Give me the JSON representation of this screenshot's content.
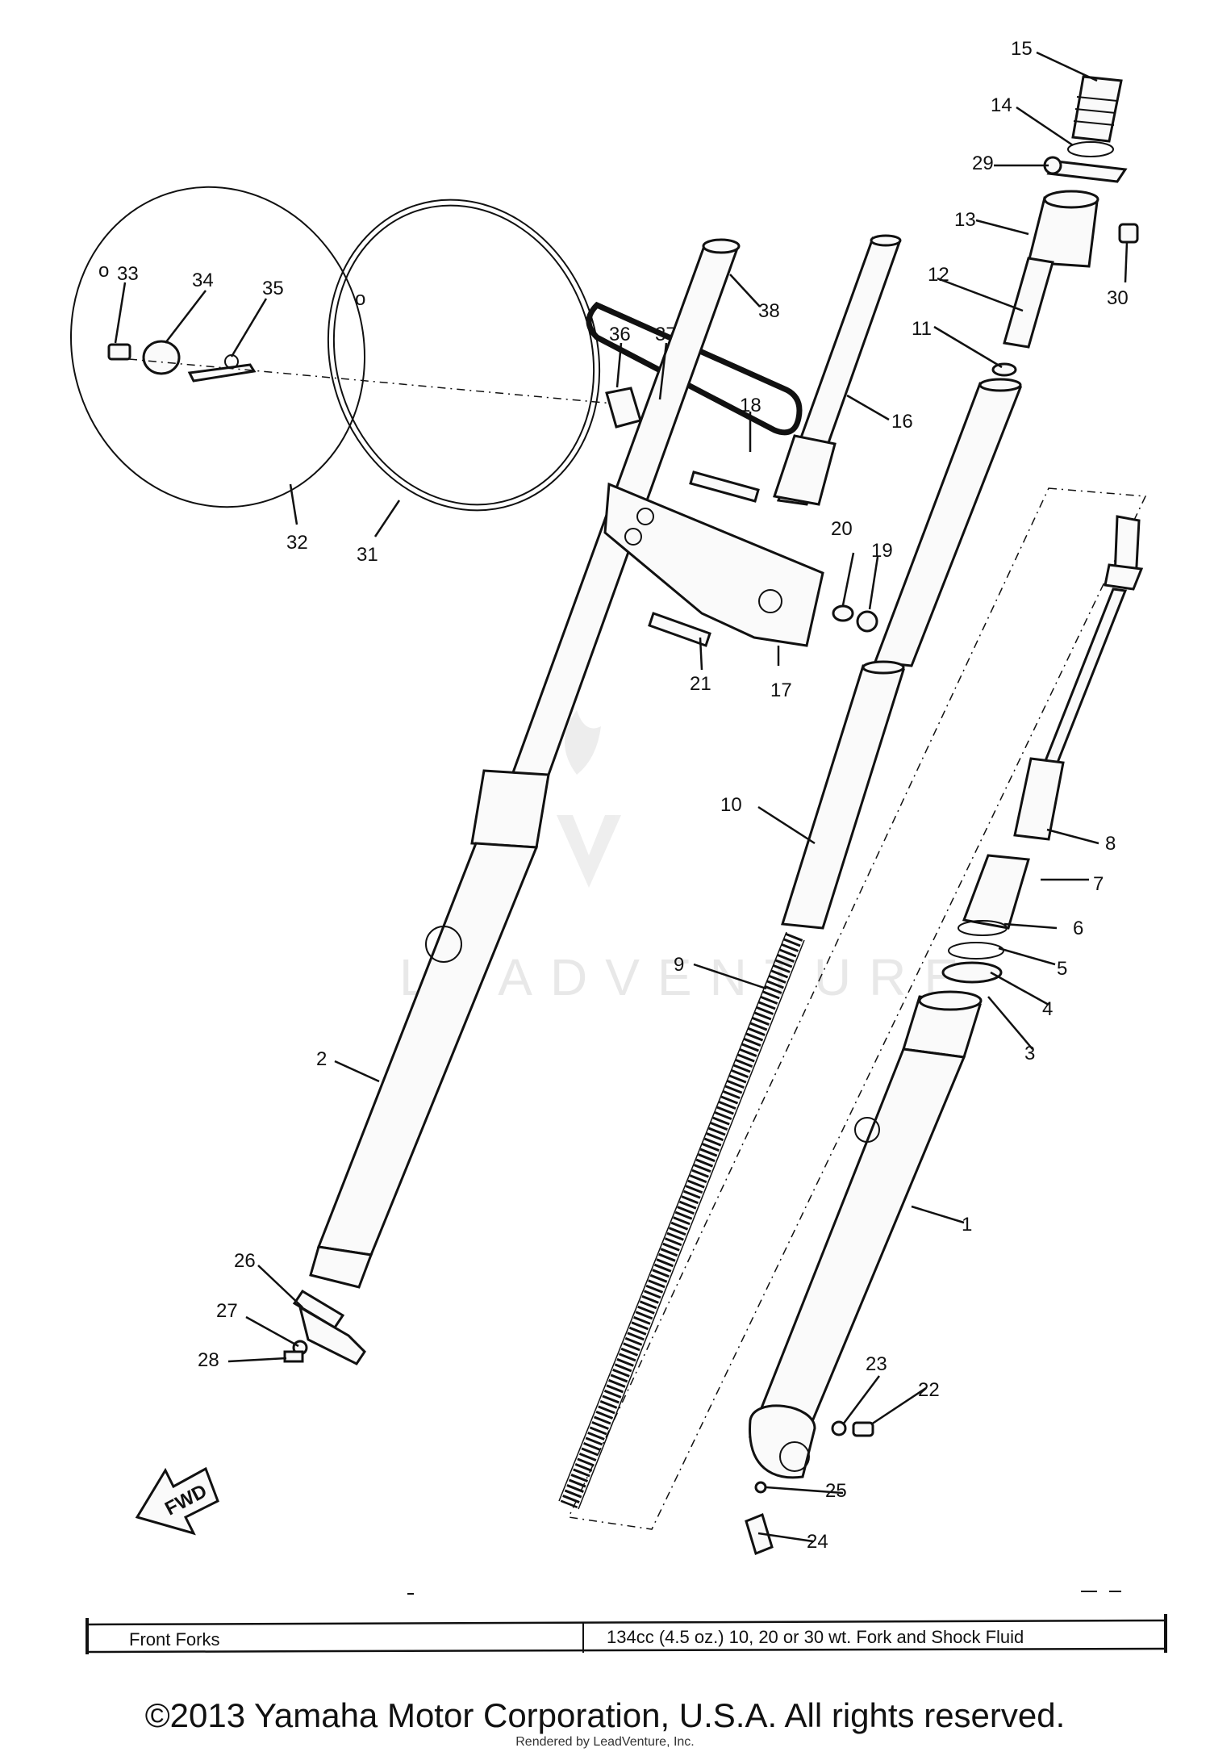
{
  "callouts": {
    "c1": "1",
    "c2": "2",
    "c3": "3",
    "c4": "4",
    "c5": "5",
    "c6": "6",
    "c7": "7",
    "c8": "8",
    "c9": "9",
    "c10": "10",
    "c11": "11",
    "c12": "12",
    "c13": "13",
    "c14": "14",
    "c15": "15",
    "c16": "16",
    "c17": "17",
    "c18": "18",
    "c19": "19",
    "c20": "20",
    "c21": "21",
    "c22": "22",
    "c23": "23",
    "c24": "24",
    "c25": "25",
    "c26": "26",
    "c27": "27",
    "c28": "28",
    "c29": "29",
    "c30": "30",
    "c31": "31",
    "c32": "32",
    "c33": "33",
    "c34": "34",
    "c35": "35",
    "c36": "36",
    "c37": "37",
    "c38": "38"
  },
  "fwd_label": "FWD",
  "watermark": "LEADVENTURE",
  "table": {
    "left": "Front Forks",
    "right": "134cc (4.5 oz.) 10, 20 or 30 wt. Fork and Shock Fluid"
  },
  "copyright": "©2013 Yamaha Motor Corporation, U.S.A. All rights reserved.",
  "rendered_by": "Rendered by LeadVenture, Inc."
}
